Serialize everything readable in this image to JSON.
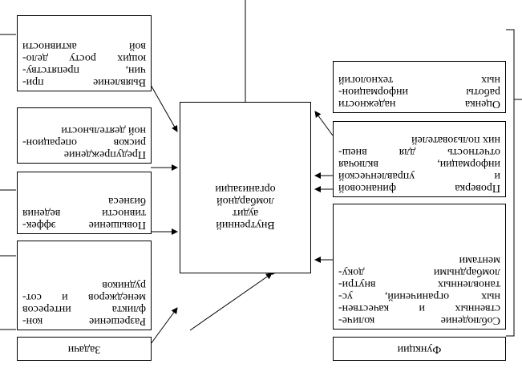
{
  "orientation": "rotated-180",
  "functions": {
    "header": "Функции",
    "items": [
      {
        "lines": [
          "Соблюдение количе-",
          "ственных и качествен-",
          "ных ограничений, ус-",
          "тановленных внутри-",
          "ломбардными доку-",
          "ментами"
        ]
      },
      {
        "lines": [
          "Проверка финансовой",
          "и управленческой",
          "информации, включая",
          "отчетность для внеш-",
          "них пользователей"
        ]
      },
      {
        "lines": [
          "Оценка надежности",
          "работы информацион-",
          "ных технологий"
        ]
      }
    ]
  },
  "center": {
    "lines": [
      "Внутренний",
      "аудит",
      "ломбардной",
      "организации"
    ]
  },
  "tasks": {
    "header": "Задачи",
    "items": [
      {
        "lines": [
          "Разрешение кон-",
          "фликта интересов",
          "менеджеров и сот-",
          "рудников"
        ]
      },
      {
        "lines": [
          "Повышение эффек-",
          "тивности ведения",
          "бизнеса"
        ]
      },
      {
        "lines": [
          "Предупреждение",
          "рисков операцион-",
          "ной деятельности"
        ]
      },
      {
        "lines": [
          "Выявление при-",
          "чин, препятству-",
          "ющих росту дело-",
          "вой активности"
        ]
      }
    ]
  }
}
